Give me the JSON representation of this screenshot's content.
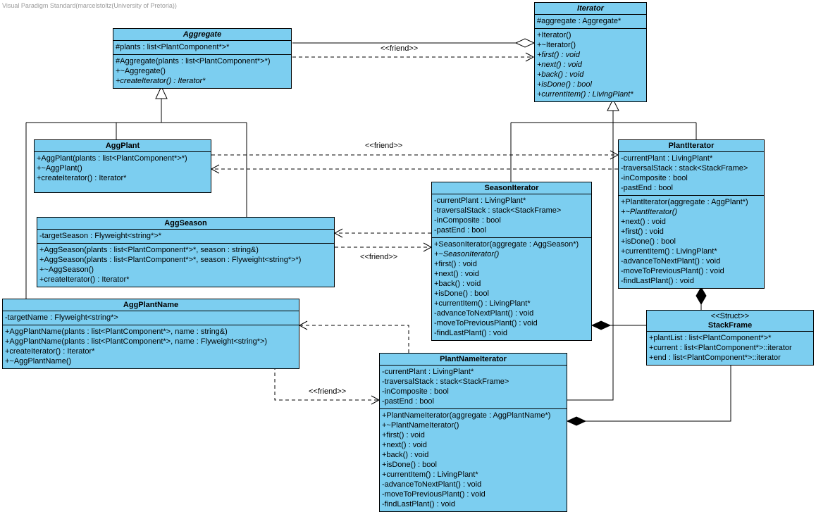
{
  "watermark": "Visual Paradigm Standard(marcelstoltz(University of Pretoria))",
  "colors": {
    "class_fill": "#7CCEF0",
    "border": "#000000"
  },
  "labels": {
    "friend": "<<friend>>"
  },
  "classes": {
    "aggregate": {
      "name": "Aggregate",
      "attributes": [
        {
          "text": "#plants : list<PlantComponent*>*"
        }
      ],
      "operations": [
        {
          "text": "#Aggregate(plants : list<PlantComponent*>*)"
        },
        {
          "text": "+~Aggregate()"
        },
        {
          "text": "+createIterator() : Iterator*",
          "italic": true
        }
      ]
    },
    "iterator": {
      "name": "Iterator",
      "attributes": [
        {
          "text": "#aggregate : Aggregate*"
        }
      ],
      "operations": [
        {
          "text": "+Iterator()"
        },
        {
          "text": "+~Iterator()"
        },
        {
          "text": "+first() : void",
          "italic": true
        },
        {
          "text": "+next() : void",
          "italic": true
        },
        {
          "text": "+back() : void",
          "italic": true
        },
        {
          "text": "+isDone() : bool",
          "italic": true
        },
        {
          "text": "+currentItem() : LivingPlant*",
          "italic": true
        }
      ]
    },
    "aggplant": {
      "name": "AggPlant",
      "operations": [
        {
          "text": "+AggPlant(plants : list<PlantComponent*>*)"
        },
        {
          "text": "+~AggPlant()"
        },
        {
          "text": "+createIterator() : Iterator*"
        }
      ]
    },
    "aggseason": {
      "name": "AggSeason",
      "attributes": [
        {
          "text": "-targetSeason : Flyweight<string*>*"
        }
      ],
      "operations": [
        {
          "text": "+AggSeason(plants : list<PlantComponent*>*, season : string&)"
        },
        {
          "text": "+AggSeason(plants : list<PlantComponent*>*, season : Flyweight<string*>*)"
        },
        {
          "text": "+~AggSeason()"
        },
        {
          "text": "+createIterator() : Iterator*"
        }
      ]
    },
    "aggplantname": {
      "name": "AggPlantName",
      "attributes": [
        {
          "text": "-targetName : Flyweight<string*>"
        }
      ],
      "operations": [
        {
          "text": "+AggPlantName(plants : list<PlantComponent*>, name : string&)"
        },
        {
          "text": "+AggPlantName(plants : list<PlantComponent*>, name : Flyweight<string*>)"
        },
        {
          "text": "+createIterator() : Iterator*"
        },
        {
          "text": "+~AggPlantName()"
        }
      ]
    },
    "seasoniterator": {
      "name": "SeasonIterator",
      "attributes": [
        {
          "text": "-currentPlant : LivingPlant*"
        },
        {
          "text": "-traversalStack : stack<StackFrame>"
        },
        {
          "text": "-inComposite : bool"
        },
        {
          "text": "-pastEnd : bool"
        }
      ],
      "operations": [
        {
          "text": "+SeasonIterator(aggregate : AggSeason*)"
        },
        {
          "text": "+~SeasonIterator()",
          "italic": true
        },
        {
          "text": "+first() : void"
        },
        {
          "text": "+next() : void"
        },
        {
          "text": "+back() : void"
        },
        {
          "text": "+isDone() : bool"
        },
        {
          "text": "+currentItem() : LivingPlant*"
        },
        {
          "text": "-advanceToNextPlant() : void"
        },
        {
          "text": "-moveToPreviousPlant() : void"
        },
        {
          "text": "-findLastPlant() : void"
        }
      ]
    },
    "plantiterator": {
      "name": "PlantIterator",
      "attributes": [
        {
          "text": "-currentPlant : LivingPlant*"
        },
        {
          "text": "-traversalStack : stack<StackFrame>"
        },
        {
          "text": "-inComposite : bool"
        },
        {
          "text": "-pastEnd : bool"
        }
      ],
      "operations": [
        {
          "text": "+PlantIterator(aggregate : AggPlant*)"
        },
        {
          "text": "+~PlantIterator()",
          "italic": true
        },
        {
          "text": "+next() : void"
        },
        {
          "text": "+first() : void"
        },
        {
          "text": "+isDone() : bool"
        },
        {
          "text": "+currentItem() : LivingPlant*"
        },
        {
          "text": "-advanceToNextPlant() : void"
        },
        {
          "text": "-moveToPreviousPlant() : void"
        },
        {
          "text": "-findLastPlant() : void"
        }
      ]
    },
    "plantnameiterator": {
      "name": "PlantNameIterator",
      "attributes": [
        {
          "text": "-currentPlant : LivingPlant*"
        },
        {
          "text": "-traversalStack : stack<StackFrame>"
        },
        {
          "text": "-inComposite : bool"
        },
        {
          "text": "-pastEnd : bool"
        }
      ],
      "operations": [
        {
          "text": "+PlantNameIterator(aggregate : AggPlantName*)"
        },
        {
          "text": "+~PlantNameIterator()"
        },
        {
          "text": "+first() : void"
        },
        {
          "text": "+next() : void"
        },
        {
          "text": "+back() : void"
        },
        {
          "text": "+isDone() : bool"
        },
        {
          "text": "+currentItem() : LivingPlant*"
        },
        {
          "text": "-advanceToNextPlant() : void"
        },
        {
          "text": "-moveToPreviousPlant() : void"
        },
        {
          "text": "-findLastPlant() : void"
        }
      ]
    },
    "stackframe": {
      "stereotype": "<<Struct>>",
      "name": "StackFrame",
      "attributes": [
        {
          "text": "+plantList : list<PlantComponent*>*"
        },
        {
          "text": "+current : list<PlantComponent*>::iterator"
        },
        {
          "text": "+end : list<PlantComponent*>::iterator"
        }
      ]
    }
  }
}
